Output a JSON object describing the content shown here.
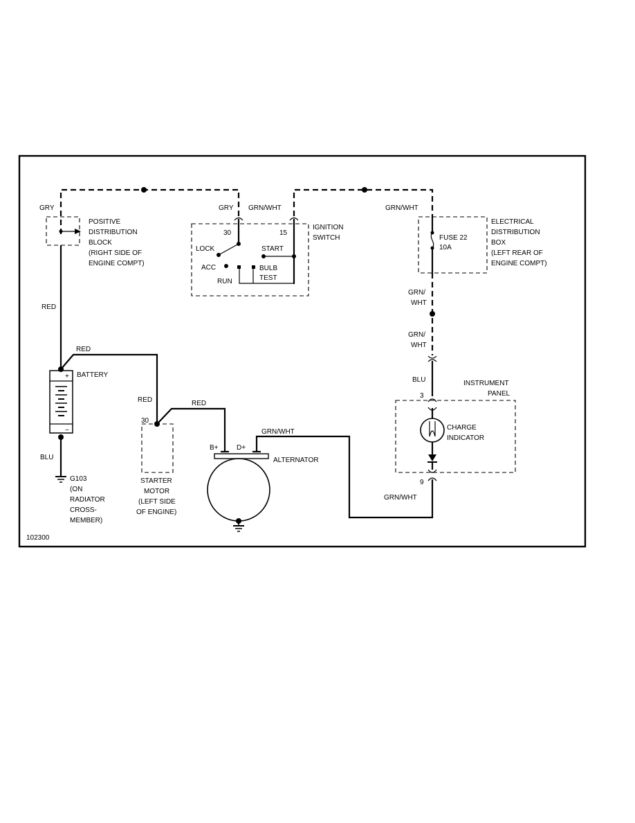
{
  "diagram_id": "102300",
  "wires": {
    "gry_left": "GRY",
    "gry_switch": "GRY",
    "grn_wht_switch": "GRN/WHT",
    "grn_wht_right": "GRN/WHT",
    "grn_slash_1": "GRN/",
    "wht_1": "WHT",
    "grn_slash_2": "GRN/",
    "wht_2": "WHT",
    "blu_right": "BLU",
    "red_left": "RED",
    "red_top": "RED",
    "red_starter": "RED",
    "red_alt": "RED",
    "blu_left": "BLU",
    "grn_wht_alt": "GRN/WHT",
    "grn_wht_bottom": "GRN/WHT"
  },
  "positive_block": {
    "lines": [
      "POSITIVE",
      "DISTRIBUTION",
      "BLOCK",
      "(RIGHT SIDE OF",
      "ENGINE COMPT)"
    ]
  },
  "ignition_switch": {
    "lines": [
      "IGNITION",
      "SWITCH"
    ],
    "pin_30": "30",
    "pin_15": "15",
    "lock": "LOCK",
    "start": "START",
    "acc": "ACC",
    "bulb": "BULB",
    "test": "TEST",
    "run": "RUN"
  },
  "distribution_box": {
    "lines": [
      "ELECTRICAL",
      "DISTRIBUTION",
      "BOX",
      "(LEFT REAR OF",
      "ENGINE COMPT)"
    ],
    "fuse": "FUSE 22",
    "rating": "10A"
  },
  "battery": {
    "label": "BATTERY",
    "plus": "+",
    "minus": "−"
  },
  "ground": {
    "lines": [
      "G103",
      "(ON",
      "RADIATOR",
      "CROSS-",
      "MEMBER)"
    ]
  },
  "starter": {
    "pin": "30",
    "lines": [
      "STARTER",
      "MOTOR",
      "(LEFT SIDE",
      "OF ENGINE)"
    ]
  },
  "alternator": {
    "label": "ALTERNATOR",
    "b_plus": "B+",
    "d_plus": "D+"
  },
  "instrument_panel": {
    "lines": [
      "INSTRUMENT",
      "PANEL"
    ],
    "pin_top": "3",
    "pin_bottom": "9",
    "indicator_lines": [
      "CHARGE",
      "INDICATOR"
    ]
  },
  "icons": [
    "ground-icon",
    "lamp-icon",
    "diode-icon",
    "connector-icon",
    "arrow-icon"
  ]
}
